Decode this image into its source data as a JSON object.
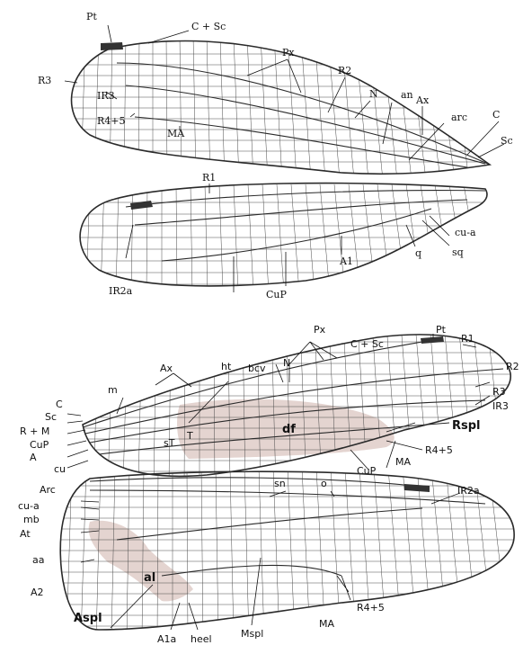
{
  "top_forewing_labels": [
    "Pt",
    "C + Sc",
    "R3",
    "Px",
    "R2",
    "an",
    "N",
    "Ax",
    "IR3",
    "arc",
    "C",
    "R4+5",
    "Sc",
    "MA"
  ],
  "top_hindwing_labels": [
    "R1",
    "cu-a",
    "sq",
    "q",
    "IR2a",
    "A1",
    "CuP"
  ],
  "bottom_forewing_labels": [
    "Pt",
    "R1",
    "Px",
    "C + Sc",
    "R2",
    "ht",
    "bcv",
    "N",
    "Ax",
    "m",
    "R3",
    "IR3",
    "C",
    "Sc",
    "R + M",
    "df",
    "Rspl",
    "CuP",
    "sT",
    "T",
    "A",
    "cu",
    "R4+5",
    "CuP",
    "MA"
  ],
  "bottom_hindwing_labels": [
    "sn",
    "o",
    "IR2a",
    "Arc",
    "cu-a",
    "mb",
    "At",
    "aa",
    "al",
    "A2",
    "Aspl",
    "MA",
    "R4+5",
    "A1a",
    "heel",
    "Mspl"
  ]
}
